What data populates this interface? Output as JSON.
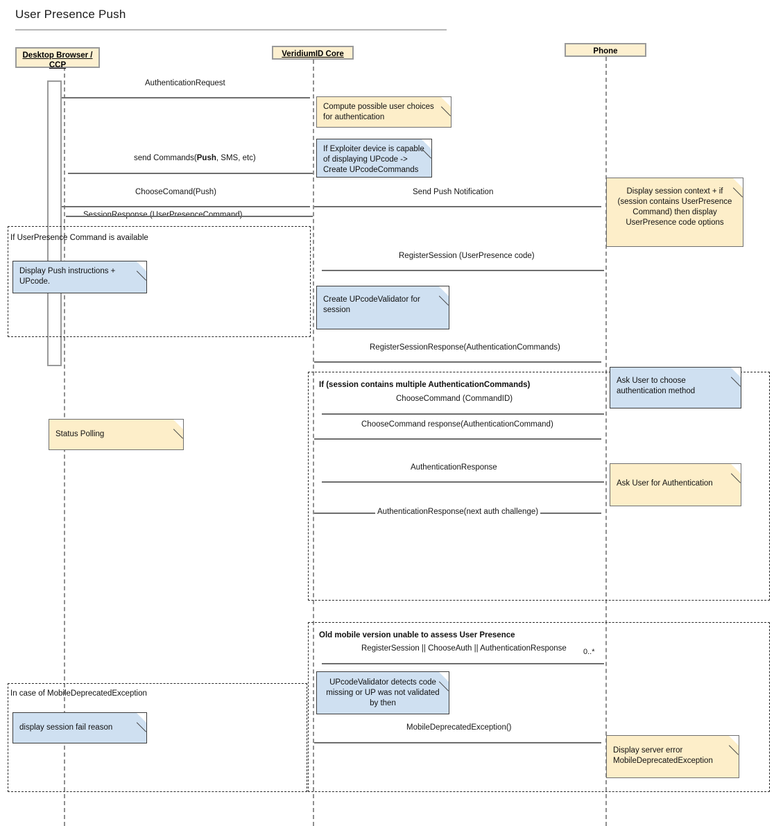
{
  "diagram": {
    "title": "User Presence Push",
    "type": "uml-sequence-diagram"
  },
  "lifelines": [
    {
      "id": "browser",
      "label_line1": "Desktop Browser /",
      "label_line2": "CCP",
      "underlined": true
    },
    {
      "id": "core",
      "label_line1": "VeridiumID Core",
      "label_line2": "",
      "underlined": true
    },
    {
      "id": "phone",
      "label_line1": "Phone",
      "label_line2": "",
      "underlined": false
    }
  ],
  "messages": [
    {
      "id": "m1",
      "label": "AuthenticationRequest"
    },
    {
      "id": "m2",
      "label_pre": "send Commands(",
      "label_bold": "Push",
      "label_post": ", SMS, etc)"
    },
    {
      "id": "m3",
      "label": "ChooseComand(Push)"
    },
    {
      "id": "m4",
      "label": "SessionResponse (UserPresenceCommand)"
    },
    {
      "id": "m5",
      "label": "Send Push Notification"
    },
    {
      "id": "m6",
      "label": "RegisterSession (UserPresence code)"
    },
    {
      "id": "m7",
      "label": "RegisterSessionResponse(AuthenticationCommands)"
    },
    {
      "id": "m8",
      "label": "ChooseCommand (CommandID)"
    },
    {
      "id": "m9",
      "label": "ChooseCommand response(AuthenticationCommand)"
    },
    {
      "id": "m10",
      "label": "AuthenticationResponse"
    },
    {
      "id": "m11",
      "label": "AuthenticationResponse(next auth challenge)"
    },
    {
      "id": "m12",
      "label": "RegisterSession || ChooseAuth || AuthenticationResponse",
      "multiplicity": "0..*"
    },
    {
      "id": "m13",
      "label": "MobileDeprecatedException()"
    }
  ],
  "notes": [
    {
      "id": "n1",
      "color": "yellow",
      "text": "Compute possible user choices for authentication"
    },
    {
      "id": "n2",
      "color": "blue",
      "text": "If Exploiter device is capable of displaying UPcode -> Create UPcodeCommands"
    },
    {
      "id": "n3",
      "color": "yellow",
      "text": "Display session context + if (session contains UserPresence Command) then display UserPresence code options"
    },
    {
      "id": "n4",
      "color": "blue",
      "text": "Display Push instructions + UPcode."
    },
    {
      "id": "n5",
      "color": "blue",
      "text": "Create UPcodeValidator for session"
    },
    {
      "id": "n6",
      "color": "blue",
      "text": "Ask User to choose authentication method"
    },
    {
      "id": "n7",
      "color": "yellow",
      "text": "Status Polling"
    },
    {
      "id": "n8",
      "color": "yellow",
      "text": "Ask User for Authentication"
    },
    {
      "id": "n9",
      "color": "blue",
      "text": "UPcodeValidator detects code missing or UP was not validated by then"
    },
    {
      "id": "n10",
      "color": "blue",
      "text": "display session fail reason"
    },
    {
      "id": "n11",
      "color": "yellow",
      "text": "Display server error MobileDeprecatedException"
    }
  ],
  "fragments": [
    {
      "id": "f1",
      "label": "If UserPresence Command is available",
      "bold": false
    },
    {
      "id": "f2",
      "label": "If (session contains multiple AuthenticationCommands)",
      "bold": true
    },
    {
      "id": "f3",
      "label": "Old mobile version unable to assess User Presence",
      "bold": true
    },
    {
      "id": "f4",
      "label": "In case of MobileDeprecatedException",
      "bold": false
    }
  ],
  "colors": {
    "note_yellow": "#fdeec9",
    "note_blue": "#cfe0f1",
    "lifeline_head": "#fdf0d0",
    "line_gray": "#6e6e6e",
    "dash_gray": "#8f8f8f"
  }
}
